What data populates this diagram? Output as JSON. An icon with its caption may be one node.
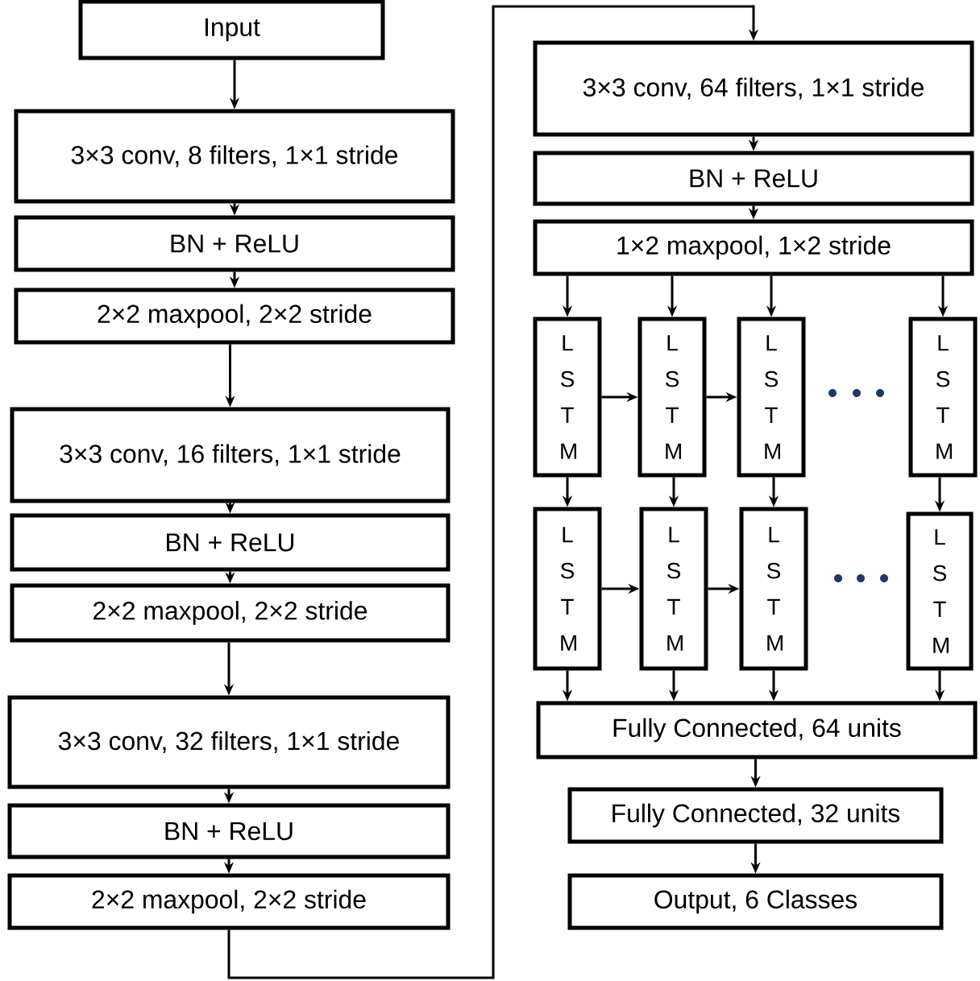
{
  "diagram": {
    "nodes": [
      {
        "text": [
          "Input"
        ]
      },
      {
        "text": [
          "3×3 conv, 8 filters, 1×1 stride"
        ]
      },
      {
        "text": [
          "BN + ReLU"
        ]
      },
      {
        "text": [
          "2×2 maxpool, 2×2 stride"
        ]
      },
      {
        "text": [
          "3×3 conv, 16 filters, 1×1 stride"
        ]
      },
      {
        "text": [
          "BN + ReLU"
        ]
      },
      {
        "text": [
          "2×2 maxpool, 2×2 stride"
        ]
      },
      {
        "text": [
          "3×3 conv, 32 filters, 1×1 stride"
        ]
      },
      {
        "text": [
          "BN + ReLU"
        ]
      },
      {
        "text": [
          "2×2 maxpool, 2×2 stride"
        ]
      },
      {
        "text": [
          "3×3 conv, 64 filters, 1×1 stride"
        ]
      },
      {
        "text": [
          "BN + ReLU"
        ]
      },
      {
        "text": [
          "1×2 maxpool, 1×2 stride"
        ]
      },
      {
        "text": [
          "L S T M"
        ]
      },
      {
        "text": [
          "L S T M"
        ]
      },
      {
        "text": [
          "L S T M"
        ]
      },
      {
        "text": [
          "L S T M"
        ]
      },
      {
        "text": [
          "L S T M"
        ]
      },
      {
        "text": [
          "L S T M"
        ]
      },
      {
        "text": [
          "L S T M"
        ]
      },
      {
        "text": [
          "L S T M"
        ]
      },
      {
        "text": [
          "Fully Connected, 64 units"
        ]
      },
      {
        "text": [
          "Fully Connected, 32 units"
        ]
      },
      {
        "text": [
          "Output, 6 Classes"
        ]
      }
    ],
    "edges": [
      {
        "from": 0,
        "to": 1,
        "arrow": "to"
      },
      {
        "from": 1,
        "to": 2,
        "arrow": "to"
      },
      {
        "from": 2,
        "to": 3,
        "arrow": "to"
      },
      {
        "from": 3,
        "to": 4,
        "arrow": "to"
      },
      {
        "from": 4,
        "to": 5,
        "arrow": "to"
      },
      {
        "from": 5,
        "to": 6,
        "arrow": "to"
      },
      {
        "from": 6,
        "to": 7,
        "arrow": "to"
      },
      {
        "from": 7,
        "to": 8,
        "arrow": "to"
      },
      {
        "from": 8,
        "to": 9,
        "arrow": "to"
      },
      {
        "from": 9,
        "to": 10,
        "arrow": "to"
      },
      {
        "from": 10,
        "to": 11,
        "arrow": "to"
      },
      {
        "from": 11,
        "to": 12,
        "arrow": "to"
      },
      {
        "from": 12,
        "to": 13,
        "arrow": "to"
      },
      {
        "from": 12,
        "to": 14,
        "arrow": "to"
      },
      {
        "from": 12,
        "to": 15,
        "arrow": "to"
      },
      {
        "from": 12,
        "to": 16,
        "arrow": "to"
      },
      {
        "from": 13,
        "to": 14,
        "arrow": "to"
      },
      {
        "from": 14,
        "to": 15,
        "arrow": "to"
      },
      {
        "from": 13,
        "to": 17,
        "arrow": "to"
      },
      {
        "from": 14,
        "to": 18,
        "arrow": "to"
      },
      {
        "from": 15,
        "to": 19,
        "arrow": "to"
      },
      {
        "from": 16,
        "to": 20,
        "arrow": "to"
      },
      {
        "from": 17,
        "to": 18,
        "arrow": "to"
      },
      {
        "from": 18,
        "to": 19,
        "arrow": "to"
      },
      {
        "from": 17,
        "to": 21,
        "arrow": "to"
      },
      {
        "from": 18,
        "to": 21,
        "arrow": "to"
      },
      {
        "from": 19,
        "to": 21,
        "arrow": "to"
      },
      {
        "from": 20,
        "to": 21,
        "arrow": "to"
      },
      {
        "from": 21,
        "to": 22,
        "arrow": "to"
      },
      {
        "from": 22,
        "to": 23,
        "arrow": "to"
      }
    ]
  }
}
